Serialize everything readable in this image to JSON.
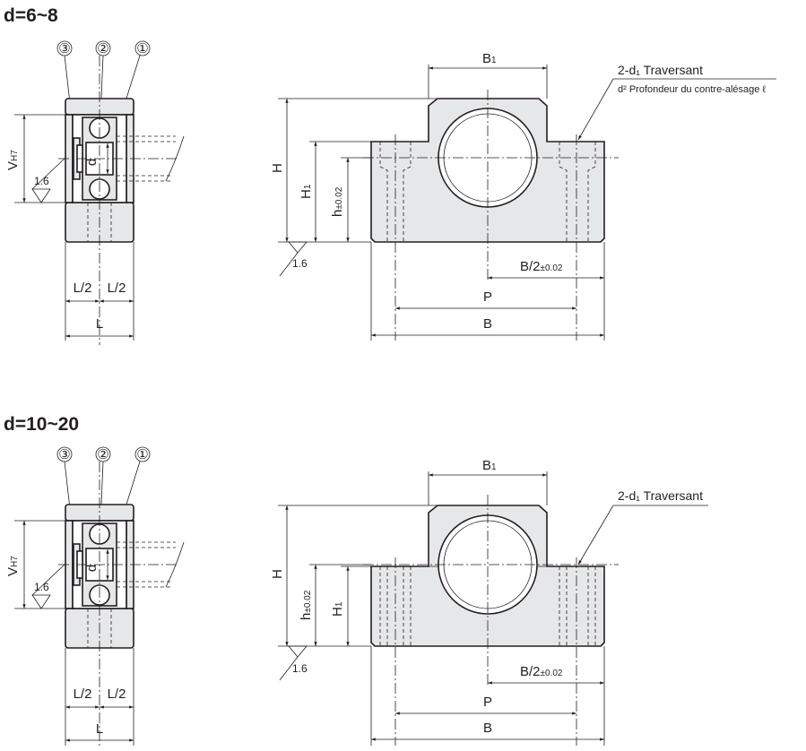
{
  "sections": [
    {
      "title": "d=6~8",
      "balloons": [
        "③",
        "②",
        "①"
      ],
      "side_labels": {
        "vh7": "V",
        "vh7_sub": "H7",
        "rough": "1.6",
        "d": "d",
        "l_half_left": "L/2",
        "l_half_right": "L/2",
        "l": "L"
      },
      "front_labels": {
        "b1": "B",
        "b1_sub": "1",
        "h": "H",
        "h1": "H",
        "h1_sub": "1",
        "h_tol": "h",
        "h_tol_sub": "±0.02",
        "rough": "1.6",
        "b_half": "B/2",
        "b_half_sub": "±0.02",
        "p": "P",
        "b": "B"
      },
      "note_main": "2-d₁ Traversant",
      "note_sub": "d² Profondeur du contre-alésage ℓ"
    },
    {
      "title": "d=10~20",
      "balloons": [
        "③",
        "②",
        "①"
      ],
      "side_labels": {
        "vh7": "V",
        "vh7_sub": "H7",
        "rough": "1.6",
        "d": "d",
        "l_half_left": "L/2",
        "l_half_right": "L/2",
        "l": "L"
      },
      "front_labels": {
        "b1": "B",
        "b1_sub": "1",
        "h": "H",
        "h1": "H",
        "h1_sub": "1",
        "h_tol": "h",
        "h_tol_sub": "±0.02",
        "rough": "1.6",
        "b_half": "B/2",
        "b_half_sub": "±0.02",
        "p": "P",
        "b": "B"
      },
      "note_main": "2-d₁ Traversant",
      "note_sub": ""
    }
  ]
}
